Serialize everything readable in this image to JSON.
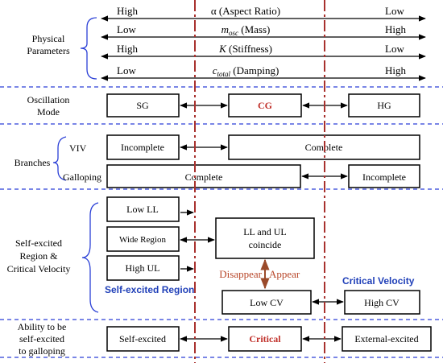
{
  "physical": {
    "section_label": [
      "Physical",
      "Parameters"
    ],
    "rows": [
      {
        "left": "High",
        "label": "α (Aspect Ratio)",
        "right": "Low"
      },
      {
        "left": "Low",
        "label_main": "m",
        "label_sub": "osc",
        "label_rest": " (Mass)",
        "right": "High"
      },
      {
        "left": "High",
        "label_main": "K",
        "label_rest": " (Stiffness)",
        "right": "Low"
      },
      {
        "left": "Low",
        "label_main": "c",
        "label_sub": "total",
        "label_rest": " (Damping)",
        "right": "High"
      }
    ]
  },
  "oscillation": {
    "section_label": [
      "Oscillation",
      "Mode"
    ],
    "sg": "SG",
    "cg": "CG",
    "hg": "HG"
  },
  "branches": {
    "section_label": "Branches",
    "viv_label": "VIV",
    "galloping_label": "Galloping",
    "viv_incomplete": "Incomplete",
    "viv_complete": "Complete",
    "gal_complete": "Complete",
    "gal_incomplete": "Incomplete"
  },
  "self_excited": {
    "section_label": [
      "Self-excited",
      "Region &",
      "Critical Velocity"
    ],
    "low_ll": "Low LL",
    "wide_region": "Wide Region",
    "high_ul": "High UL",
    "coincide": [
      "LL and UL",
      "coincide"
    ],
    "disappear": "Disappear",
    "appear": "Appear",
    "low_cv": "Low CV",
    "high_cv": "High CV",
    "region_title": "Self-excited Region",
    "velocity_title": "Critical Velocity"
  },
  "ability": {
    "section_label": [
      "Ability to be",
      "self-excited",
      "to galloping"
    ],
    "self_excited": "Self-excited",
    "critical": "Critical",
    "external": "External-excited"
  },
  "colors": {
    "separator": "#2a3fd6",
    "critical_line": "#a8312e",
    "highlight_text": "#c0302a",
    "title_blue": "#1f3fb8"
  }
}
